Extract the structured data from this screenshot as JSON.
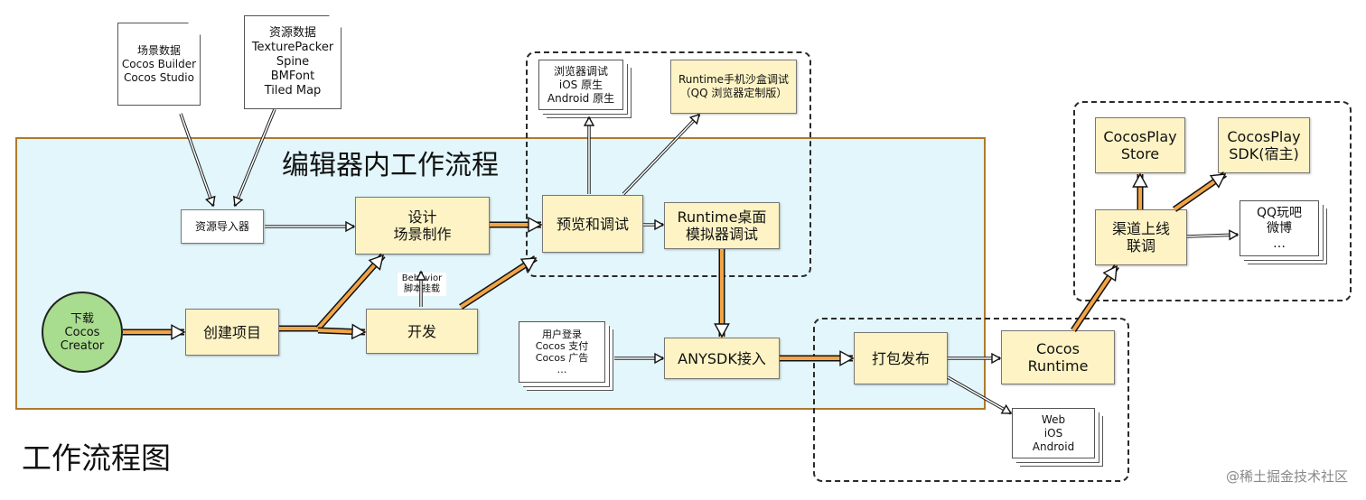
{
  "title_region": "编辑器内工作流程",
  "title_diagram": "工作流程图",
  "watermark": "@稀土掘金技术社区",
  "docs": {
    "scene_data": "场景数据\nCocos Builder\nCocos Studio",
    "resource_data": "资源数据\nTexturePacker\nSpine\nBMFont\nTiled Map",
    "browser_debug": "浏览器调试\niOS 原生\nAndroid 原生",
    "user_login": "用户登录\nCocos 支付\nCocos 广告\n…",
    "qq_play": "QQ玩吧\n微博\n…",
    "web_platforms": "Web\niOS\nAndroid"
  },
  "boxes": {
    "resource_importer": "资源导入器",
    "design": "设计\n场景制作",
    "preview": "预览和调试",
    "runtime_desktop": "Runtime桌面\n模拟器调试",
    "runtime_mobile": "Runtime手机沙盒调试\n（QQ 浏览器定制版）",
    "create_project": "创建项目",
    "develop": "开发",
    "anysdk": "ANYSDK接入",
    "package": "打包发布",
    "cocos_runtime": "Cocos\nRuntime",
    "channel": "渠道上线\n联调",
    "cp_store": "CocosPlay\nStore",
    "cp_sdk": "CocosPlay\nSDK(宿主)"
  },
  "start_node": "下载\nCocos\nCreator",
  "behavior_label": "Behavior\n脚本挂载",
  "colors": {
    "region_fill": "#e2f6fb",
    "region_border": "#b07a2c",
    "box_fill": "#fdf3c4",
    "circle_fill": "#a8dc8e",
    "flow_arrow": "#f2a445"
  }
}
